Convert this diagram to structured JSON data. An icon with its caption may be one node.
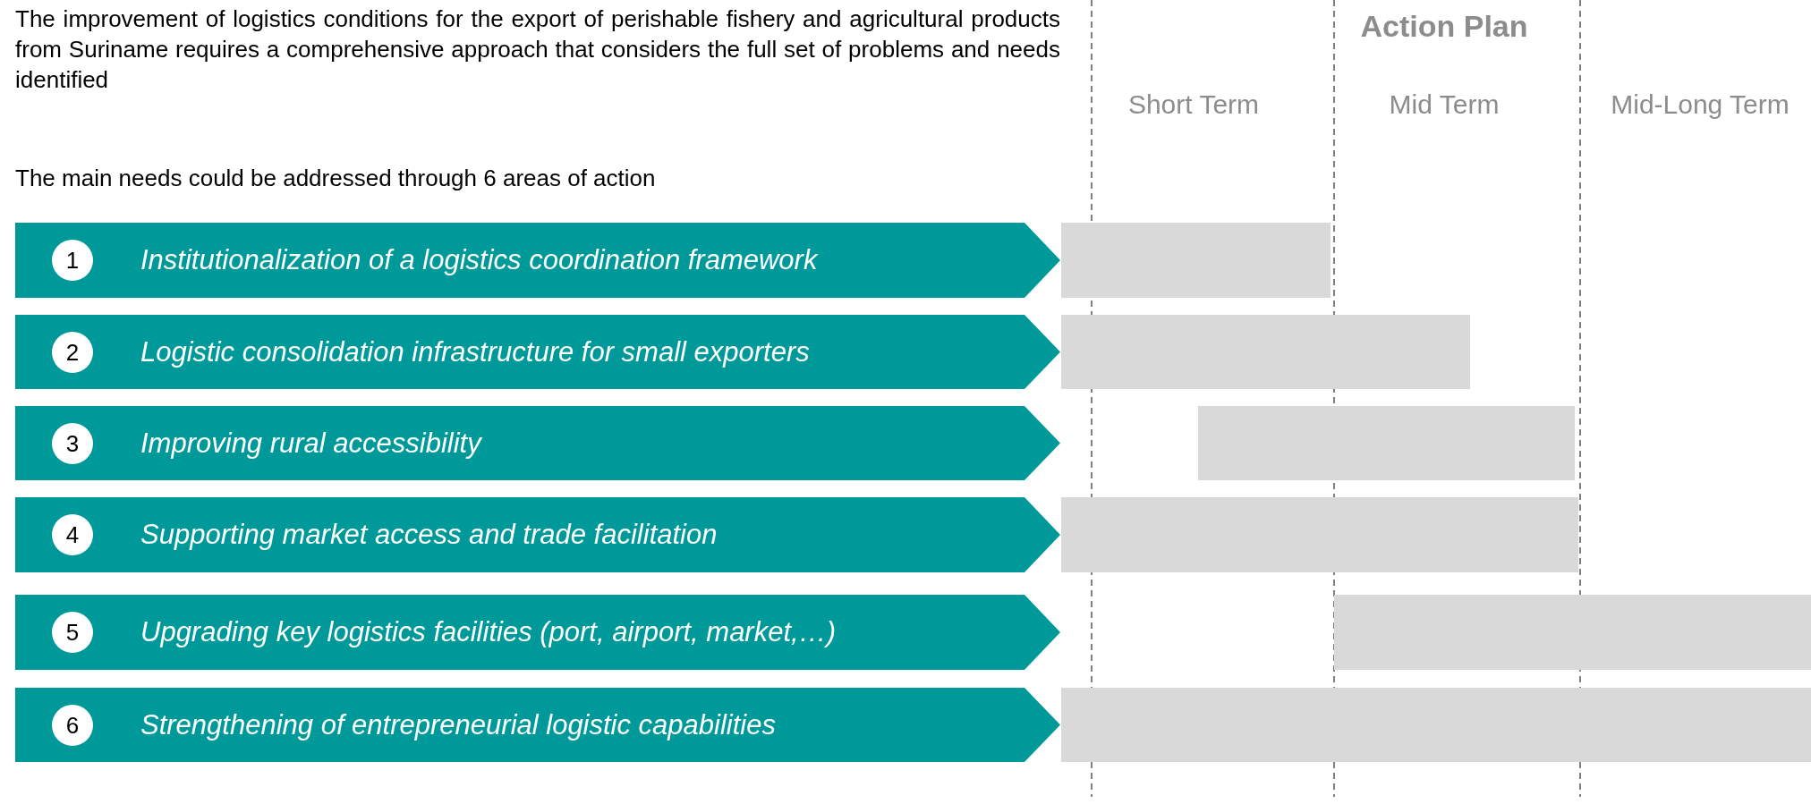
{
  "diagram": {
    "nodes": [
      {
        "text": [
          "1",
          "Institutionalization of a logistics coordination framework"
        ]
      },
      {
        "text": [
          "2",
          "Logistic consolidation infrastructure for small exporters"
        ]
      },
      {
        "text": [
          "3",
          "Improving rural accessibility"
        ]
      },
      {
        "text": [
          "4",
          "Supporting market access and trade facilitation"
        ]
      },
      {
        "text": [
          "5",
          "Upgrading key logistics facilities (port, airport, market,…)"
        ]
      },
      {
        "text": [
          "6",
          "Strengthening of entrepreneurial logistic capabilities"
        ]
      },
      {
        "text": [],
        "shape": "bar"
      },
      {
        "text": [],
        "shape": "bar"
      },
      {
        "text": [],
        "shape": "bar"
      },
      {
        "text": [],
        "shape": "bar"
      },
      {
        "text": [],
        "shape": "bar"
      },
      {
        "text": [],
        "shape": "bar"
      }
    ],
    "edges": [],
    "labels": [
      "The improvement of logistics conditions for the export of perishable fishery and agricultural products from Suriname requires a comprehensive approach that considers the full set of problems and needs identified",
      "Action Plan",
      "Short Term",
      "Mid Term",
      "Mid-Long Term",
      "The main needs could be addressed through 6 areas of action"
    ]
  }
}
